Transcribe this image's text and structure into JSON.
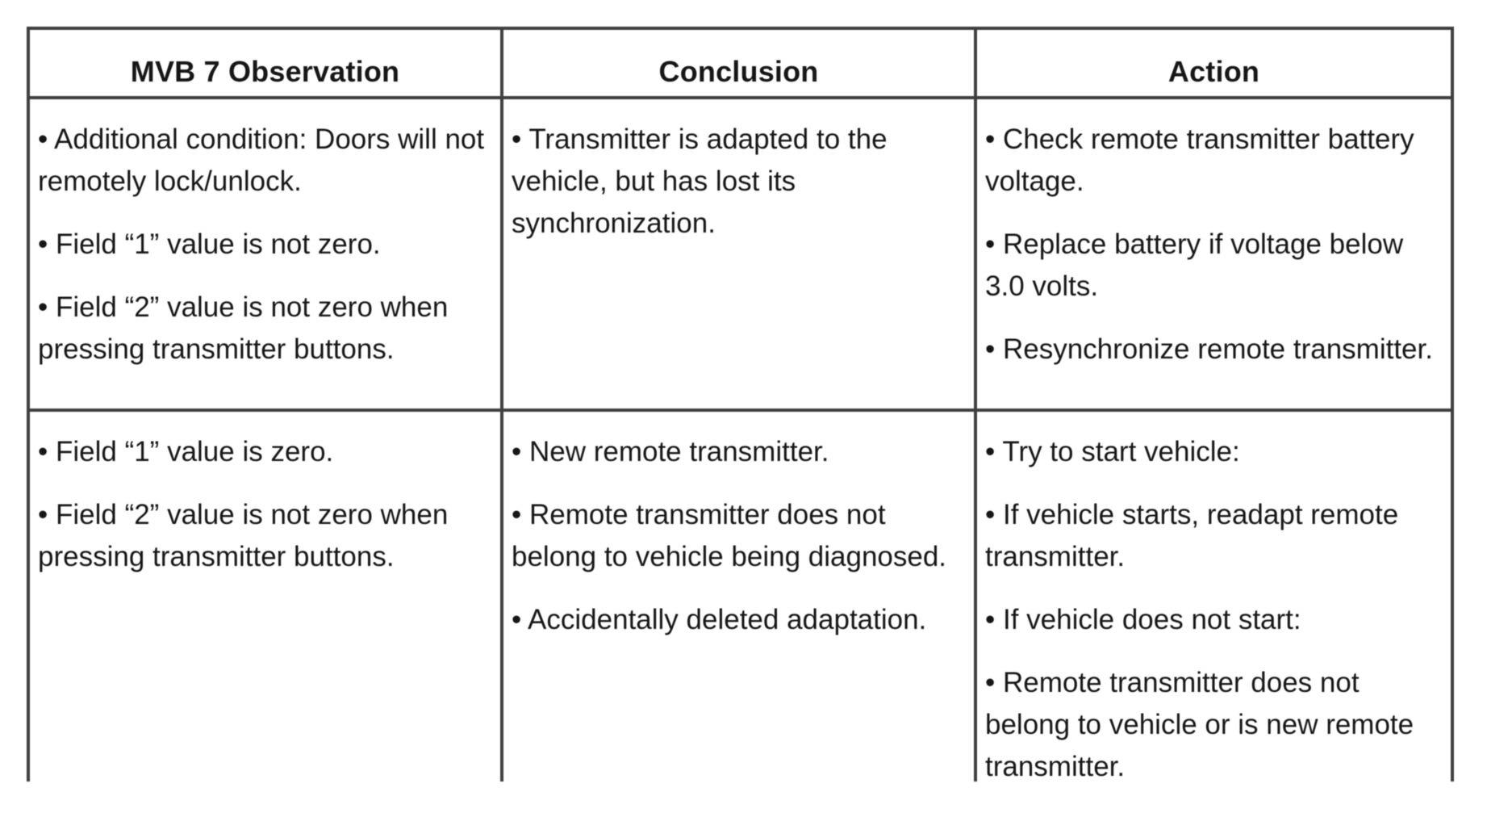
{
  "colors": {
    "background": "#ffffff",
    "border": "#3f3f3f",
    "text": "#161616"
  },
  "table": {
    "columns": [
      {
        "header": "MVB 7 Observation"
      },
      {
        "header": "Conclusion"
      },
      {
        "header": "Action"
      }
    ],
    "rows": [
      {
        "cells": [
          {
            "items": [
              "• Additional condition: Doors will not remotely lock/unlock.",
              "• Field “1” value is not zero.",
              "• Field “2” value is not zero when pressing transmitter buttons."
            ]
          },
          {
            "items": [
              "• Transmitter is adapted to the vehicle, but has lost its synchronization."
            ]
          },
          {
            "items": [
              "• Check remote transmitter battery voltage.",
              "• Replace battery if voltage below 3.0 volts.",
              "• Resynchronize remote transmitter."
            ]
          }
        ]
      },
      {
        "cells": [
          {
            "items": [
              "• Field “1” value is zero.",
              "• Field “2” value is not zero when pressing transmitter buttons."
            ]
          },
          {
            "items": [
              "• New remote transmitter.",
              "• Remote transmitter does not belong to vehicle being diagnosed.",
              "• Accidentally deleted adaptation."
            ]
          },
          {
            "items": [
              "• Try to start vehicle:",
              "• If vehicle starts, readapt remote transmitter.",
              "• If vehicle does not start:",
              "• Remote transmitter does not belong to vehicle or is new remote transmitter."
            ]
          }
        ]
      }
    ]
  }
}
